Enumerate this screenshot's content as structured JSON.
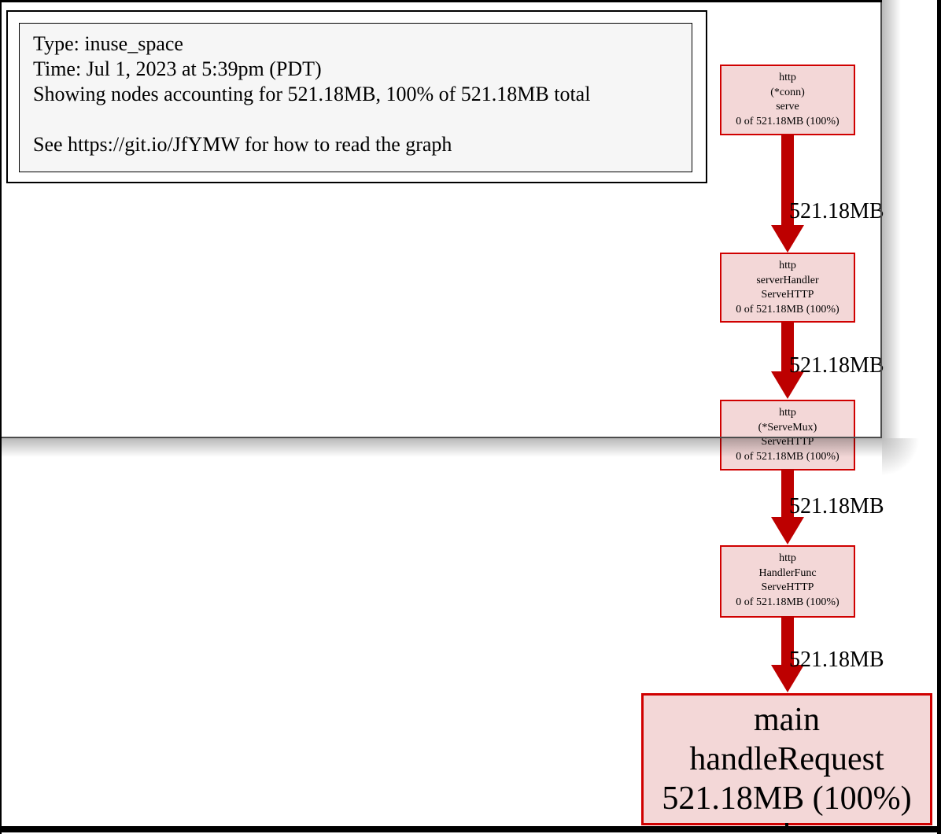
{
  "window": {
    "background": "#ffffff",
    "border_color": "#000000"
  },
  "sheet": {
    "edge_color": "#4d4d4d"
  },
  "legend": {
    "lines": [
      "Type: inuse_space",
      "Time: Jul 1, 2023 at 5:39pm (PDT)",
      "Showing nodes accounting for 521.18MB, 100% of 521.18MB total",
      "",
      "See https://git.io/JfYMW for how to read the graph"
    ]
  },
  "graph": {
    "type": "call-graph",
    "colors": {
      "node_fill": "#f3d7d7",
      "node_border": "#d00000",
      "edge": "#bd0000",
      "text": "#000000"
    },
    "nodes": [
      {
        "id": "http-conn-serve",
        "lines": [
          "http",
          "(*conn)",
          "serve",
          "0 of 521.18MB (100%)"
        ]
      },
      {
        "id": "http-serverHandler-ServeHTTP",
        "lines": [
          "http",
          "serverHandler",
          "ServeHTTP",
          "0 of 521.18MB (100%)"
        ]
      },
      {
        "id": "http-ServeMux-ServeHTTP",
        "lines": [
          "http",
          "(*ServeMux)",
          "ServeHTTP",
          "0 of 521.18MB (100%)"
        ]
      },
      {
        "id": "http-HandlerFunc-ServeHTTP",
        "lines": [
          "http",
          "HandlerFunc",
          "ServeHTTP",
          "0 of 521.18MB (100%)"
        ]
      },
      {
        "id": "main-handleRequest",
        "lines": [
          "main",
          "handleRequest",
          "521.18MB (100%)"
        ]
      }
    ],
    "edges": [
      {
        "from": "http-conn-serve",
        "to": "http-serverHandler-ServeHTTP",
        "label": "521.18MB"
      },
      {
        "from": "http-serverHandler-ServeHTTP",
        "to": "http-ServeMux-ServeHTTP",
        "label": "521.18MB"
      },
      {
        "from": "http-ServeMux-ServeHTTP",
        "to": "http-HandlerFunc-ServeHTTP",
        "label": "521.18MB"
      },
      {
        "from": "http-HandlerFunc-ServeHTTP",
        "to": "main-handleRequest",
        "label": "521.18MB"
      }
    ]
  }
}
